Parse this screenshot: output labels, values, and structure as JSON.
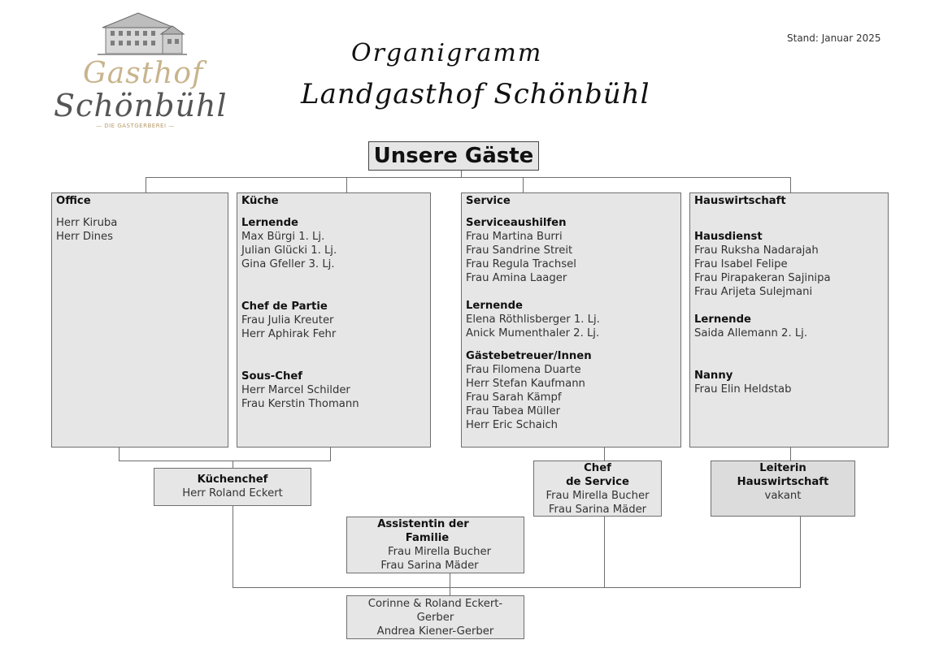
{
  "logo": {
    "word1": "Gasthof",
    "word2": "Schönbühl",
    "tagline": "— DIE GASTGERBEREI —"
  },
  "header": {
    "title_line1": "Organigramm",
    "title_line2": "Landgasthof Schönbühl",
    "stand": "Stand: Januar 2025"
  },
  "root": "Unsere Gäste",
  "departments": {
    "office": {
      "title": "Office",
      "names": [
        "Herr Kiruba",
        "Herr Dines"
      ]
    },
    "kueche": {
      "title": "Küche",
      "groups": [
        {
          "title": "Lernende",
          "names": [
            "Max Bürgi 1. Lj.",
            "Julian Glücki 1. Lj.",
            "Gina Gfeller 3. Lj."
          ]
        },
        {
          "title": "Chef de Partie",
          "names": [
            "Frau Julia Kreuter",
            "Herr Aphirak Fehr"
          ]
        },
        {
          "title": "Sous-Chef",
          "names": [
            "Herr Marcel Schilder",
            "Frau Kerstin Thomann"
          ]
        }
      ]
    },
    "service": {
      "title": "Service",
      "groups": [
        {
          "title": "Serviceaushilfen",
          "names": [
            "Frau Martina Burri",
            "Frau Sandrine Streit",
            "Frau Regula Trachsel",
            "Frau Amina Laager"
          ]
        },
        {
          "title": "Lernende",
          "names": [
            "Elena Röthlisberger 1. Lj.",
            "Anick Mumenthaler 2. Lj."
          ]
        },
        {
          "title": "Gästebetreuer/Innen",
          "names": [
            "Frau Filomena Duarte",
            "Herr Stefan Kaufmann",
            "Frau Sarah Kämpf",
            "Frau Tabea Müller",
            "Herr Eric Schaich"
          ]
        }
      ]
    },
    "hauswirtschaft": {
      "title": "Hauswirtschaft",
      "groups": [
        {
          "title": "Hausdienst",
          "names": [
            "Frau Ruksha Nadarajah",
            "Frau Isabel Felipe",
            "Frau Pirapakeran Sajinipa",
            "Frau Arijeta Sulejmani"
          ]
        },
        {
          "title": "Lernende",
          "names": [
            "Saida Allemann 2. Lj."
          ]
        },
        {
          "title": "Nanny",
          "names": [
            "Frau Elin Heldstab"
          ]
        }
      ]
    }
  },
  "leaders": {
    "kuechenchef": {
      "title": "Küchenchef",
      "names": [
        "Herr Roland Eckert"
      ]
    },
    "chef_service": {
      "title_lines": [
        "Chef",
        "de Service"
      ],
      "names": [
        "Frau Mirella Bucher",
        "Frau Sarina Mäder"
      ]
    },
    "leiterin_hw": {
      "title_lines": [
        "Leiterin",
        "Hauswirtschaft"
      ],
      "names": [
        "vakant"
      ]
    },
    "assistentin": {
      "title_lines": [
        "Assistentin der",
        "Familie"
      ],
      "names": [
        "Frau Mirella Bucher",
        "Frau Sarina Mäder"
      ]
    },
    "owners": {
      "names": [
        "Corinne & Roland Eckert-",
        "Gerber",
        "Andrea Kiener-Gerber"
      ]
    }
  },
  "colors": {
    "box_fill": "#e6e6e6",
    "line": "#6e6e6e",
    "logo_gold": "#c8b48c"
  }
}
